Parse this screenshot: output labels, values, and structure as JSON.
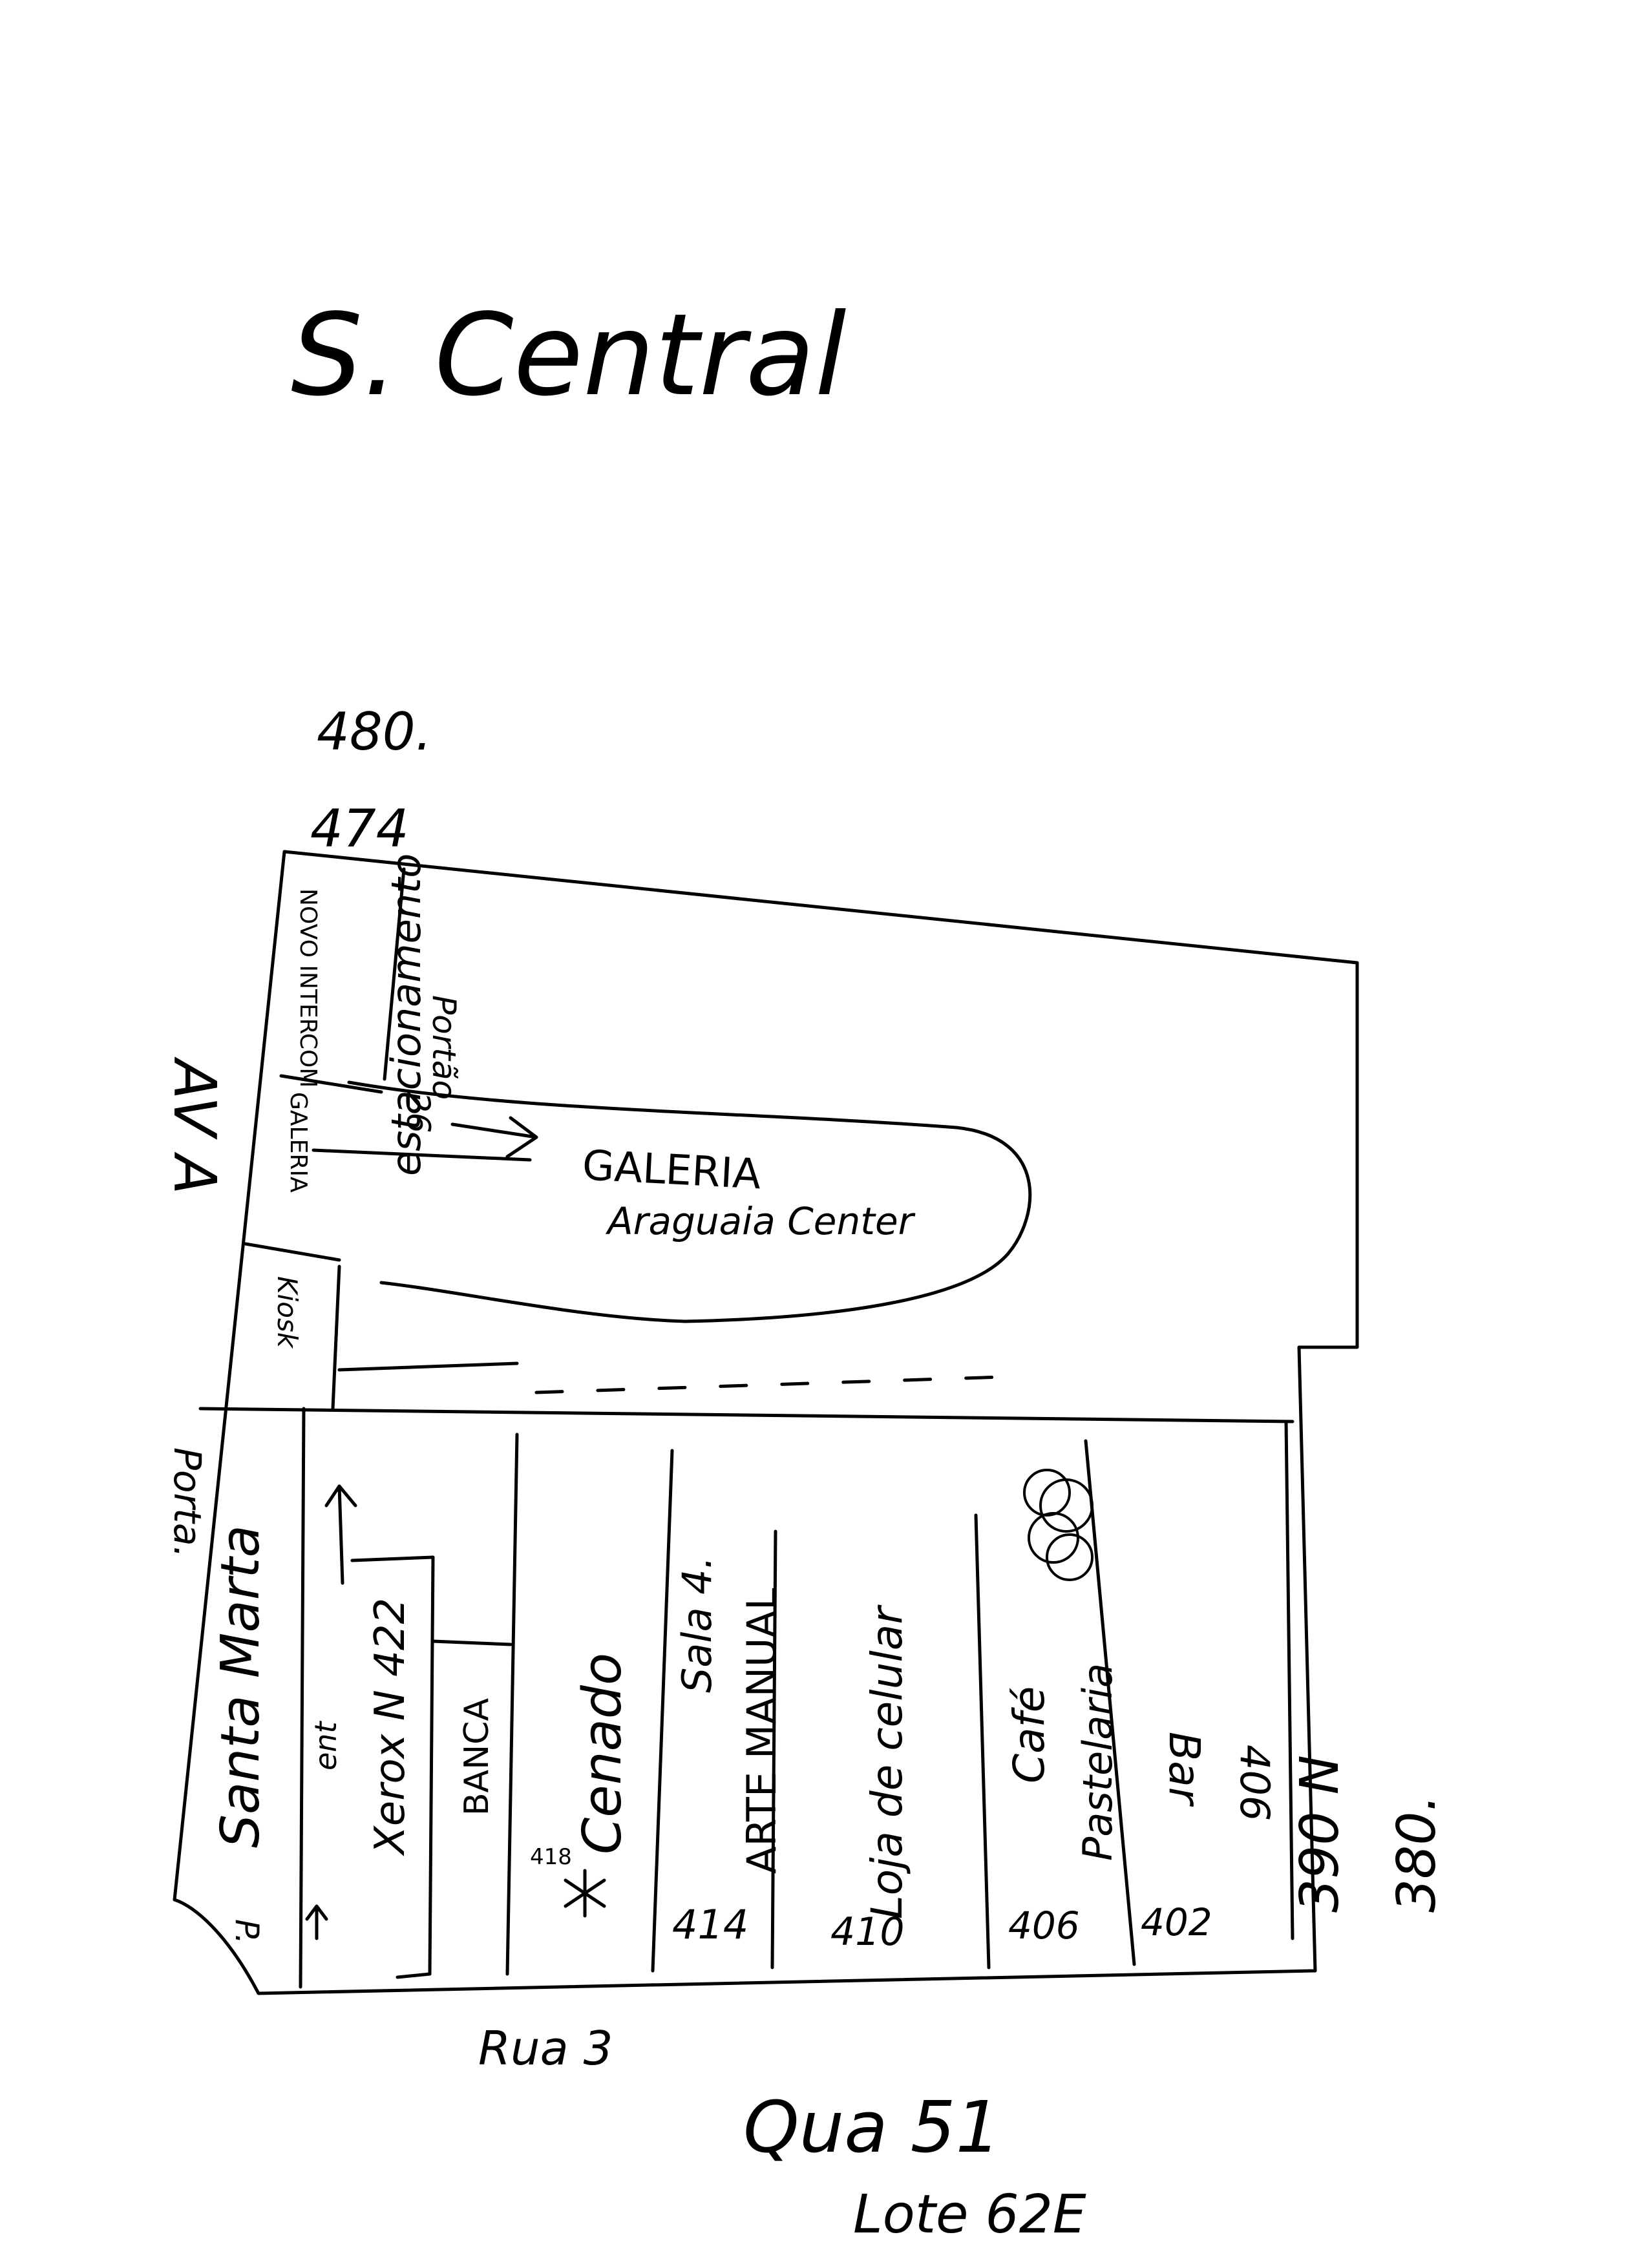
{
  "title": "S. Central",
  "address_numbers": {
    "top_1": "480.",
    "top_2": "474",
    "bottom_right_1": "390 N",
    "bottom_right_2": "380."
  },
  "streets": {
    "left": "AV A",
    "bottom": "Rua 3"
  },
  "footer": {
    "line1": "Qua 51",
    "line2": "Lote 62E"
  },
  "labels": {
    "novo_intercom": "NOVO INTERCOM",
    "galeria_small": "GALERIA",
    "galeria_main": "GALERIA",
    "galeria_sub": "Araguaia Center",
    "estacionamento": "estacionamento",
    "vertical_note": "Portão",
    "vertical_num": "26",
    "kiosk": "Kiosk",
    "santa_marta": "Santa Marta",
    "santa_marta_note": "Porta.",
    "ent": "ent",
    "p": "P.",
    "xerox": "Xerox N 422",
    "banca": "BANCA",
    "cenado": "Cenado",
    "cenado_num": "418",
    "sala4": "Sala 4.",
    "arte_manual": "ARTE MANUAL",
    "num_414": "414",
    "loja_celular": "Loja de celular",
    "num_410": "410",
    "cafe": "Café",
    "pastelaria": "Pastelaria",
    "num_406": "406",
    "bar": "Bar",
    "num_406b": "406",
    "num_402": "402"
  }
}
